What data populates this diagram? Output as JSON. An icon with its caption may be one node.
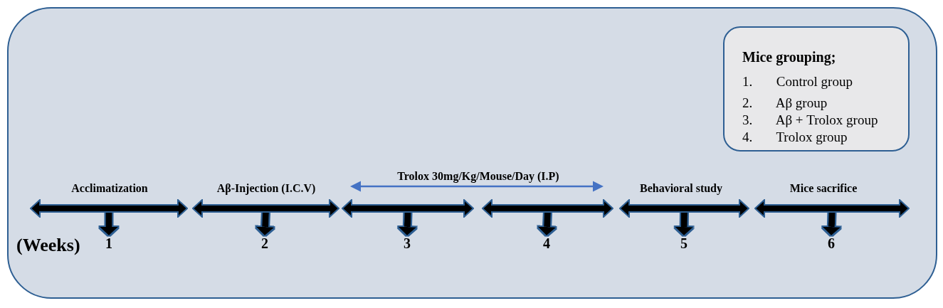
{
  "diagram": {
    "nodes": [
      {
        "text": [
          "Mice grouping;",
          "1. Control group",
          "2. Aβ group",
          "3. Aβ + Trolox group",
          "4. Trolox group"
        ]
      },
      {
        "text": [],
        "shape": "arrow",
        "beside": [
          "Acclimatization"
        ]
      },
      {
        "text": [],
        "shape": "arrow",
        "beside": [
          "Aβ-Injection (I.C.V)"
        ]
      },
      {
        "text": [],
        "shape": "arrow"
      },
      {
        "text": [],
        "shape": "arrow"
      },
      {
        "text": [],
        "shape": "arrow",
        "beside": [
          "Behavioral study"
        ]
      },
      {
        "text": [],
        "shape": "arrow",
        "beside": [
          "Mice sacrifice"
        ]
      },
      {
        "text": [
          "1"
        ]
      },
      {
        "text": [
          "2"
        ]
      },
      {
        "text": [
          "3"
        ]
      },
      {
        "text": [
          "4"
        ]
      },
      {
        "text": [
          "5"
        ]
      },
      {
        "text": [
          "6"
        ]
      }
    ],
    "edges": [
      {
        "from": 1,
        "to": 7,
        "arrow": "to"
      },
      {
        "from": 2,
        "to": 8,
        "arrow": "to"
      },
      {
        "from": 3,
        "to": 9,
        "arrow": "to"
      },
      {
        "from": 4,
        "to": 10,
        "arrow": "to"
      },
      {
        "from": 5,
        "to": 11,
        "arrow": "to"
      },
      {
        "from": 6,
        "to": 12,
        "arrow": "to"
      }
    ],
    "labels": [
      "Trolox 30mg/Kg/Mouse/Day (I.P)",
      "(Weeks)"
    ]
  }
}
